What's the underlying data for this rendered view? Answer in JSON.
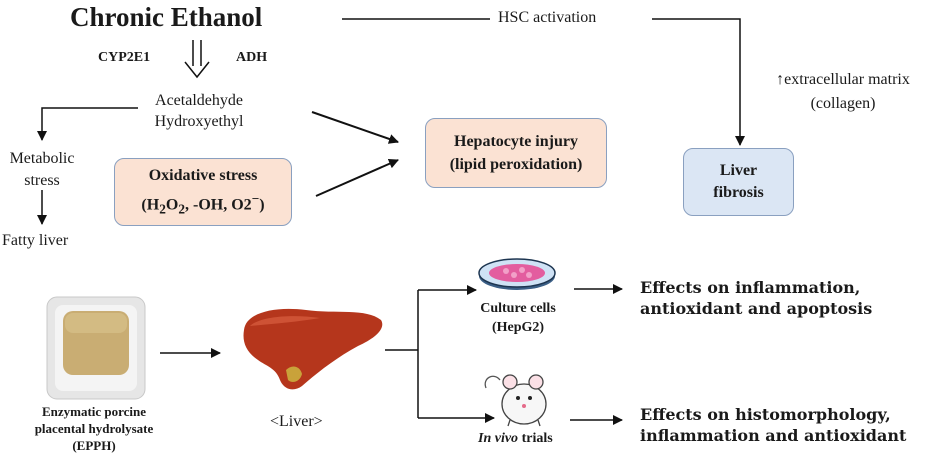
{
  "title": "Chronic Ethanol",
  "enzymes": {
    "left": "CYP2E1",
    "right": "ADH"
  },
  "metabolites": {
    "line1": "Acetaldehyde",
    "line2": "Hydroxyethyl"
  },
  "hsc_activation": "HSC activation",
  "extracellular": {
    "line1": "↑extracellular matrix",
    "line2": "(collagen)"
  },
  "metabolic_stress": {
    "line1": "Metabolic",
    "line2": "stress"
  },
  "fatty_liver": "Fatty liver",
  "oxidative_stress": {
    "line1": "Oxidative stress",
    "formula": {
      "open": "(H",
      "sub1": "2",
      "o": "O",
      "sub2": "2",
      "mid": ", -OH, O2",
      "sup": "−",
      "close": ")"
    }
  },
  "hepatocyte_injury": {
    "line1": "Hepatocyte injury",
    "line2": "(lipid peroxidation)"
  },
  "liver_fibrosis": {
    "line1": "Liver",
    "line2": "fibrosis"
  },
  "epph": {
    "line1": "Enzymatic porcine",
    "line2": "placental hydrolysate",
    "line3": "(EPPH)"
  },
  "liver_label": "<Liver>",
  "culture_cells": {
    "line1": "Culture cells",
    "line2": "(HepG2)"
  },
  "in_vivo": {
    "italic": "In vivo",
    "rest": " trials"
  },
  "effects_top": {
    "line1": "Effects on inflammation,",
    "line2": "antioxidant and apoptosis"
  },
  "effects_bottom": {
    "line1": "Effects on histomorphology,",
    "line2": "inflammation and antioxidant"
  },
  "colors": {
    "peach_box": "#fbe2d3",
    "blue_box": "#dbe6f4",
    "box_border": "#8aa0c0",
    "liver": "#b5361c"
  }
}
